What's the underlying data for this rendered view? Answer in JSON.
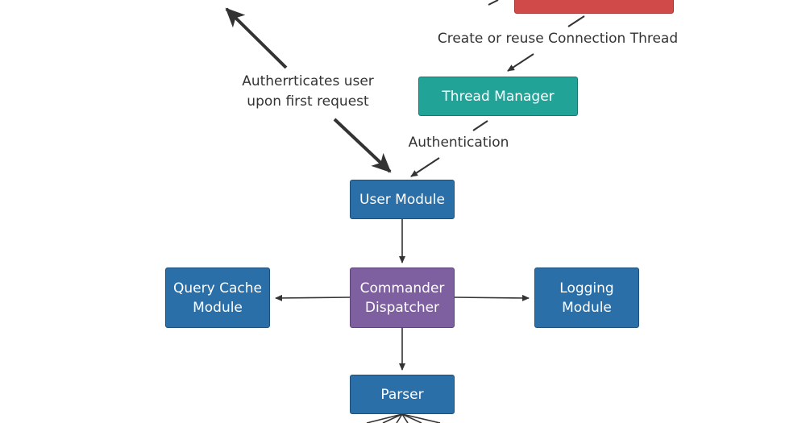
{
  "nodes": {
    "top_red_box": "",
    "thread_manager": "Thread Manager",
    "user_module": "User Module",
    "commander_dispatcher": "Commander\nDispatcher",
    "query_cache_module": "Query Cache\nModule",
    "logging_module": "Logging\nModule",
    "parser": "Parser"
  },
  "edge_labels": {
    "create_or_reuse": "Create or reuse Connection Thread",
    "authenticates_user": "Autherrticates user\nupon first request",
    "authentication": "Authentication"
  },
  "colors": {
    "module_blue": "#2a6fa8",
    "thread_teal": "#21a398",
    "dispatcher_purple": "#7e5fa0",
    "connection_red": "#d14a4a",
    "arrow": "#333333"
  }
}
